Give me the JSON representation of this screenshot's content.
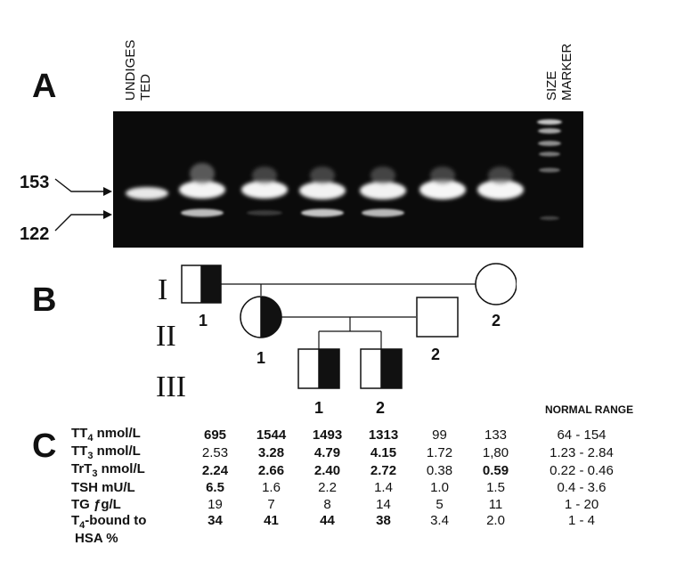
{
  "panels": {
    "a": "A",
    "b": "B",
    "c": "C"
  },
  "gel": {
    "undigested_label": [
      "UNDIGES",
      "TED"
    ],
    "size_marker_label": [
      "SIZE",
      "MARKER"
    ],
    "marker_153": "153",
    "marker_122": "122"
  },
  "pedigree": {
    "generations": [
      "I",
      "II",
      "III"
    ],
    "members": {
      "I_1": "1",
      "I_2": "2",
      "II_1": "1",
      "II_2": "2",
      "III_1": "1",
      "III_2": "2"
    }
  },
  "table": {
    "normal_range_header": "NORMAL RANGE",
    "rows": [
      {
        "label": "TT4 nmol/L",
        "label_main": "TT",
        "label_sub": "4",
        "label_rest": " nmol/L",
        "values": [
          "695",
          "1544",
          "1493",
          "1313",
          "99",
          "133"
        ],
        "bold": [
          true,
          true,
          true,
          true,
          false,
          false
        ],
        "range": "64 - 154"
      },
      {
        "label": "TT3 nmol/L",
        "label_main": "TT",
        "label_sub": "3",
        "label_rest": " nmol/L",
        "values": [
          "2.53",
          "3.28",
          "4.79",
          "4.15",
          "1.72",
          "1,80"
        ],
        "bold": [
          false,
          true,
          true,
          true,
          false,
          false
        ],
        "range": "1.23 - 2.84"
      },
      {
        "label": "TrT3 nmol/L",
        "label_main": "TrT",
        "label_sub": "3",
        "label_rest": " nmol/L",
        "values": [
          "2.24",
          "2.66",
          "2.40",
          "2.72",
          "0.38",
          "0.59"
        ],
        "bold": [
          true,
          true,
          true,
          true,
          false,
          true
        ],
        "range": "0.22 - 0.46"
      },
      {
        "label": "TSH mU/L",
        "label_main": "TSH mU/L",
        "label_sub": "",
        "label_rest": "",
        "values": [
          "6.5",
          "1.6",
          "2.2",
          "1.4",
          "1.0",
          "1.5"
        ],
        "bold": [
          true,
          false,
          false,
          false,
          false,
          false
        ],
        "range": "0.4 - 3.6"
      },
      {
        "label": "TG ƒg/L",
        "label_main": "TG ƒg/L",
        "label_sub": "",
        "label_rest": "",
        "values": [
          "19",
          "7",
          "8",
          "14",
          "5",
          "11"
        ],
        "bold": [
          false,
          false,
          false,
          false,
          false,
          false
        ],
        "range": "1 - 20"
      },
      {
        "label": "T4-bound to HSA %",
        "label_main": "T",
        "label_sub": "4",
        "label_rest": "-bound to",
        "label_line2": "HSA %",
        "values": [
          "34",
          "41",
          "44",
          "38",
          "3.4",
          "2.0"
        ],
        "bold": [
          true,
          true,
          true,
          true,
          false,
          false
        ],
        "range": "1 - 4"
      }
    ]
  }
}
